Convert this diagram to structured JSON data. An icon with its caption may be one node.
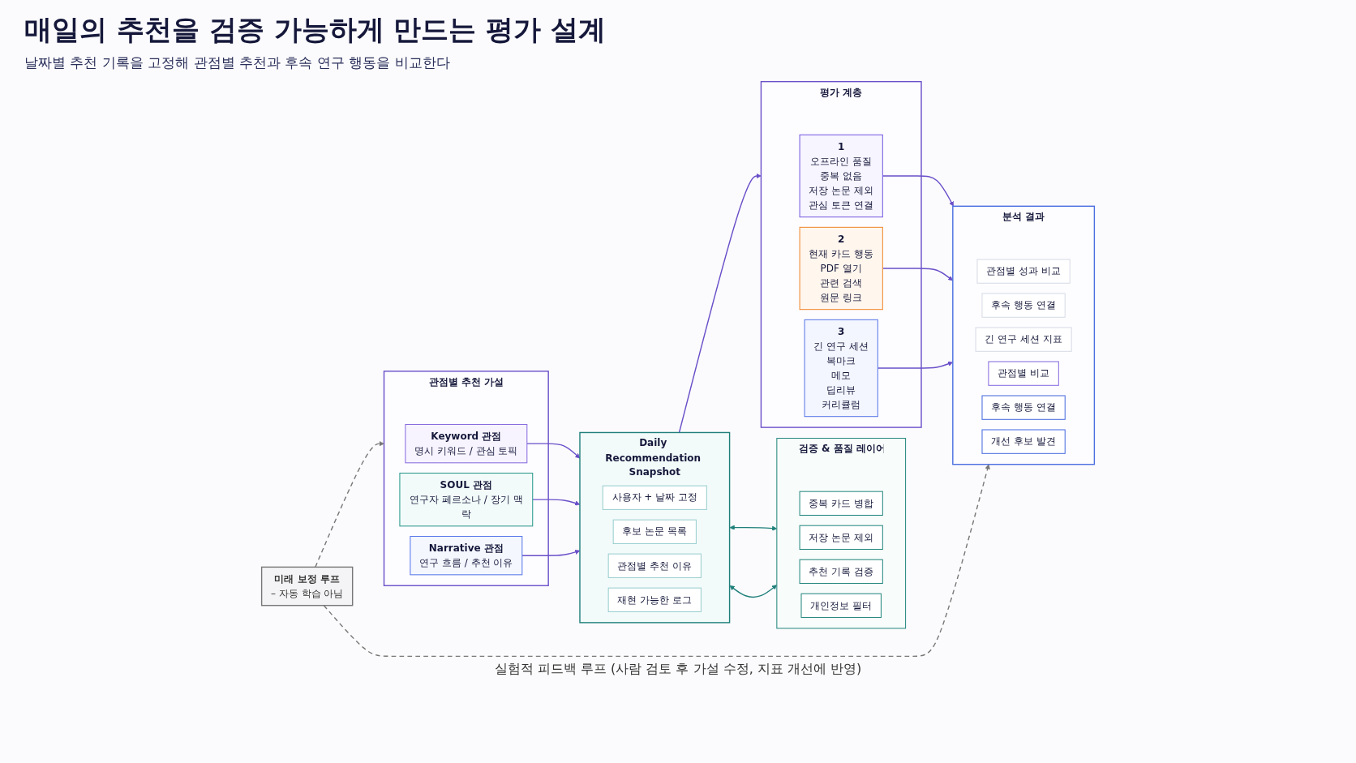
{
  "diagram": {
    "title": "매일의 추천을 검증 가능하게 만드는 평가 설계",
    "caption": "날짜별 추천 기록을 고정해 관점별 추천과 후속 연구 행동을 비교한다",
    "nodes": [
      {
        "text": [
          "관점별 추천 가설"
        ]
      },
      {
        "text": [
          "Keyword 관점",
          "명시 키워드 / 관심 토픽"
        ],
        "in": 0
      },
      {
        "text": [
          "SOUL 관점",
          "연구자 페르소나 / 장기 맥락"
        ],
        "in": 0
      },
      {
        "text": [
          "Narrative 관점",
          "연구 흐름 / 추천 이유"
        ],
        "in": 0
      },
      {
        "text": [
          "Daily Recommendation Snapshot"
        ]
      },
      {
        "text": [
          "사용자 + 날짜 고정"
        ],
        "in": 4
      },
      {
        "text": [
          "후보 논문 목록"
        ],
        "in": 4
      },
      {
        "text": [
          "관점별 추천 이유"
        ],
        "in": 4
      },
      {
        "text": [
          "재현 가능한 로그"
        ],
        "in": 4
      },
      {
        "text": [
          "검증 & 품질 레이어"
        ]
      },
      {
        "text": [
          "중복 카드 병합"
        ],
        "in": 9
      },
      {
        "text": [
          "저장 논문 제외"
        ],
        "in": 9
      },
      {
        "text": [
          "추천 기록 검증"
        ],
        "in": 9
      },
      {
        "text": [
          "개인정보 필터"
        ],
        "in": 9
      },
      {
        "text": [
          "평가 계층"
        ]
      },
      {
        "text": [
          "1",
          "오프라인 품질",
          "중복 없음",
          "저장 논문 제외",
          "관심 토큰 연결"
        ],
        "in": 14
      },
      {
        "text": [
          "2",
          "현재 카드 행동",
          "PDF 열기",
          "관련 검색",
          "원문 링크"
        ],
        "in": 14
      },
      {
        "text": [
          "3",
          "긴 연구 세션",
          "복마크",
          "메모",
          "딥리뷰",
          "커리큘럼"
        ],
        "in": 14
      },
      {
        "text": [
          "분석 결과"
        ]
      },
      {
        "text": [
          "관점별 성과 비교"
        ],
        "in": 18
      },
      {
        "text": [
          "후속 행동 연결"
        ],
        "in": 18
      },
      {
        "text": [
          "긴 연구 세션 지표"
        ],
        "in": 18
      },
      {
        "text": [
          "관점별 비교"
        ],
        "in": 18
      },
      {
        "text": [
          "후속 행동 연결"
        ],
        "in": 18
      },
      {
        "text": [
          "개선 후보 발견"
        ],
        "in": 18
      },
      {
        "text": [
          "미래 보정 루프",
          "– 자동 학습 아님"
        ]
      }
    ],
    "labels": [
      "실험적 피드백 루프 (사람 검토 후 가설 수정, 지표 개선에 반영)"
    ],
    "edges": [
      {
        "from": 1,
        "to": 4,
        "arrow": "to"
      },
      {
        "from": 2,
        "to": 4,
        "arrow": "to"
      },
      {
        "from": 3,
        "to": 4,
        "arrow": "to"
      },
      {
        "from": 4,
        "to": 9,
        "arrow": "both",
        "color": "#1f7f7a"
      },
      {
        "from": 4,
        "to": 9,
        "arrow": "both",
        "color": "#1f7f7a"
      },
      {
        "from": 4,
        "to": 14,
        "arrow": "to"
      },
      {
        "from": 15,
        "to": 18,
        "arrow": "to"
      },
      {
        "from": 16,
        "to": 18,
        "arrow": "to"
      },
      {
        "from": 17,
        "to": 18,
        "arrow": "to"
      },
      {
        "from": 25,
        "to": 0,
        "arrow": "to",
        "style": "dashed",
        "color": "#777777"
      },
      {
        "from": 25,
        "to": 18,
        "arrow": "to",
        "style": "dashed",
        "color": "#777777"
      }
    ]
  }
}
